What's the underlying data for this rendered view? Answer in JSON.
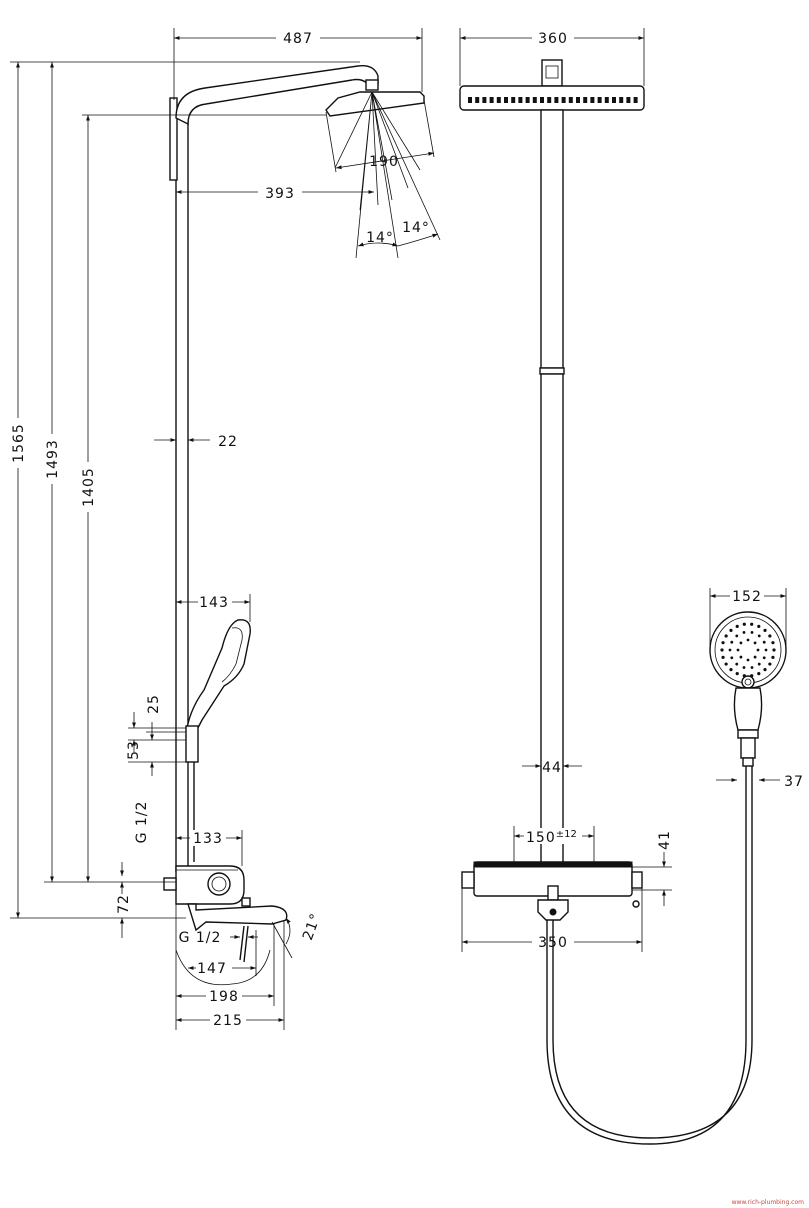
{
  "dimensions": {
    "side_width_total": "487",
    "side_arm_reach": "393",
    "side_head_dia": "190",
    "side_angle_left": "14°",
    "side_angle_right": "14°",
    "side_pipe_dia": "22",
    "side_hand_reach": "143",
    "side_holder_25": "25",
    "side_holder_53": "53",
    "side_thread_upper": "G 1/2",
    "side_thermo_depth": "133",
    "side_bottom_72": "72",
    "side_thread_lower": "G 1/2",
    "side_spout_angle": "21°",
    "side_spout_147": "147",
    "side_spout_198": "198",
    "side_spout_215": "215",
    "height_total": "1565",
    "height_arm": "1493",
    "height_head": "1405",
    "front_head_width": "360",
    "front_pipe_dia": "44",
    "front_centre": "150",
    "front_centre_tol": "±12",
    "front_thermo_h": "41",
    "front_thermo_w": "350",
    "hand_dia": "152",
    "hand_handle": "37"
  },
  "watermark": "www.rich-plumbing.com"
}
